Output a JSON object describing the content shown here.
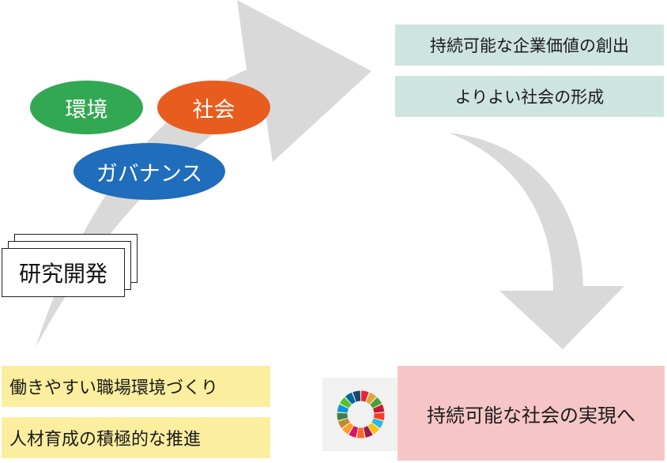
{
  "outcomes": {
    "corporate_value": "持続可能な企業価値の創出",
    "better_society": "よりよい社会の形成",
    "sustainable_society": "持続可能な社会の実現へ"
  },
  "esg": {
    "environment": "環境",
    "society": "社会",
    "governance": "ガバナンス"
  },
  "rnd_label": "研究開発",
  "workplace": {
    "item1": "働きやすい職場環境づくり",
    "item2": "人材育成の積極的な推進"
  },
  "colors": {
    "arrow": "#d9d9d9",
    "environment": "#33a852",
    "society": "#e85c1e",
    "governance": "#1f6dbb",
    "teal_box": "#cde4df",
    "yellow_box": "#fcee9f",
    "pink_box": "#f6c6c7"
  },
  "icons": {
    "sdg": "sdg-wheel-icon"
  }
}
